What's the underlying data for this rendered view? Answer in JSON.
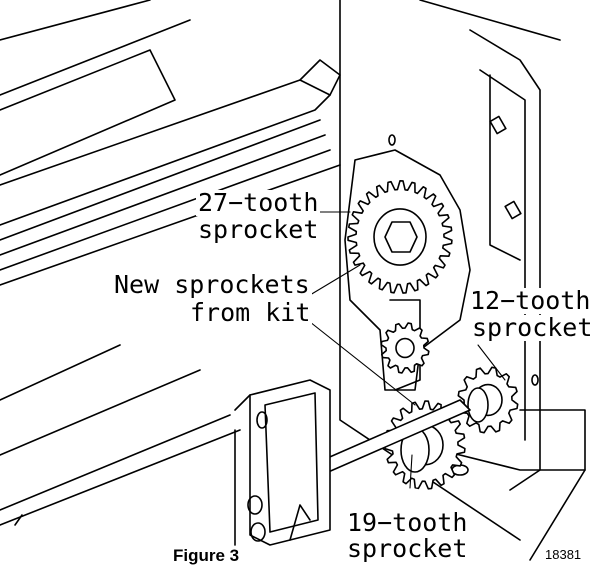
{
  "labels": {
    "sprocket_27_line1": "27−tooth",
    "sprocket_27_line2": "sprocket",
    "new_line1": "New sprockets",
    "new_line2": "from kit",
    "sprocket_12_line1": "12−tooth",
    "sprocket_12_line2": "sprocket",
    "sprocket_19_line1": "19−tooth",
    "sprocket_19_line2": "sprocket"
  },
  "figure_caption": "Figure 3",
  "figure_number": "18381"
}
